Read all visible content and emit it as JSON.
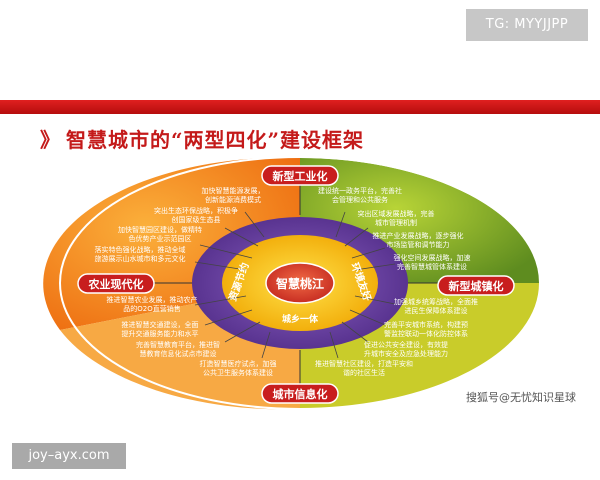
{
  "watermarks": {
    "top_right": "TG: MYYJJPP",
    "bottom_left": "joy–ayx.com",
    "sohu_credit": "搜狐号@无忧知识星球"
  },
  "title": {
    "marker": "》",
    "text": "智慧城市的“两型四化”建设框架"
  },
  "center": {
    "label": "智慧桃江",
    "ring_labels": [
      "资源节约",
      "环境友好",
      "城乡一体"
    ]
  },
  "pillars": {
    "top": "新型工业化",
    "left": "农业现代化",
    "right": "新型城镇化",
    "bottom": "城市信息化"
  },
  "notes": {
    "n1": [
      "加快智慧能源发展，",
      "创新能源消费模式"
    ],
    "n2": [
      "突出生态环保战略，积极争",
      "创国家级生态县"
    ],
    "n3": [
      "加快智慧园区建设，做精特",
      "色优势产业示范园区"
    ],
    "n4": [
      "落实特色强化战略，推动全域",
      "旅游展示山水城市和多元文化"
    ],
    "n5": [
      "建设统一政务平台，完善社",
      "会管理和公共服务"
    ],
    "n6": [
      "突出区域发展战略，完善",
      "城市管理机制"
    ],
    "n7": [
      "推进产业发展战略，逐步强化",
      "市场监管和调节能力"
    ],
    "n8": [
      "强化空间发展战略，加速",
      "完善智慧城管体系建设"
    ],
    "n9": [
      "加强城乡统筹战略，全面推",
      "进民生保障体系建设"
    ],
    "n10": [
      "完善平安城市系统，构建预",
      "警监控联动一体化防控体系"
    ],
    "n11": [
      "促进公共安全建设，有效提",
      "升城市安全及应急处理能力"
    ],
    "n12": [
      "推进智慧社区建设，打造平安和",
      "谐的社区生活"
    ],
    "n13": [
      "推进智慧农业发展，推动农产",
      "品的O2O直营销售"
    ],
    "n14": [
      "推进智慧交通建设，全面",
      "提升交通服务能力和水平"
    ],
    "n15": [
      "完善智慧教育平台，推进智",
      "慧教育信息化试点市建设"
    ],
    "n16": [
      "打造智慧医疗试点，加强",
      "公共卫生服务体系建设"
    ]
  },
  "colors": {
    "red_bar": "#d41a1a",
    "title": "#c41a1a",
    "outer_orange": "#f07d1c",
    "outer_green": "#6b9a23",
    "inner_purple": "#6c3fa0",
    "inner_yellow": "#f4b000",
    "center_red": "#d73b2b",
    "pillar_red": "#c81e1e"
  }
}
